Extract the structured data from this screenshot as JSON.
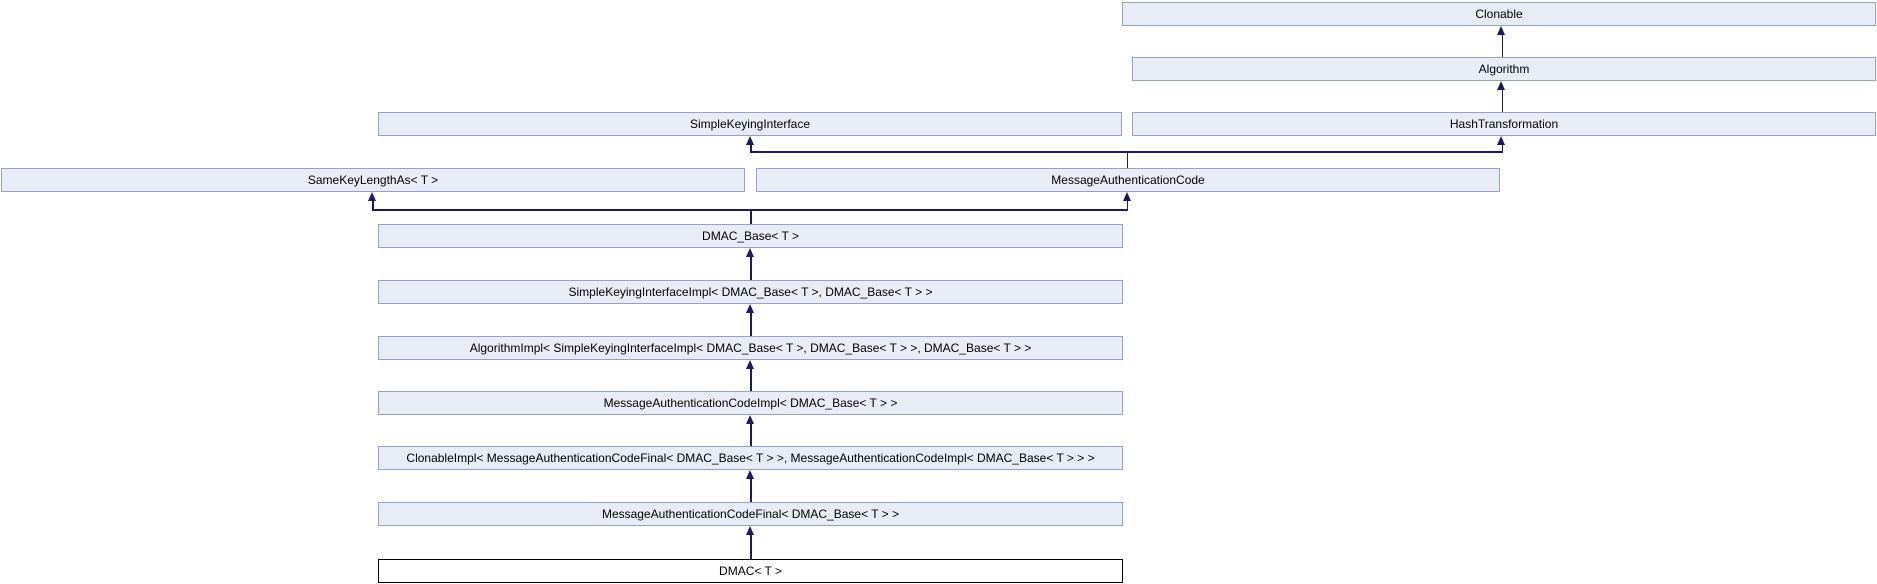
{
  "diagram": {
    "kind": "class-inheritance-graph",
    "colors": {
      "node_fill": "#e8ecf7",
      "node_border": "#96a1c5",
      "edge": "#191970",
      "focus_node_fill": "#ffffff",
      "focus_node_border": "#000000",
      "text": "#000000",
      "background": "#ffffff"
    },
    "nodes": {
      "clonable": {
        "label": "Clonable"
      },
      "algorithm": {
        "label": "Algorithm"
      },
      "simple_keying_interface": {
        "label": "SimpleKeyingInterface"
      },
      "hash_transformation": {
        "label": "HashTransformation"
      },
      "same_key_length_as": {
        "label": "SameKeyLengthAs< T >"
      },
      "message_authentication_code": {
        "label": "MessageAuthenticationCode"
      },
      "dmac_base": {
        "label": "DMAC_Base< T >"
      },
      "simple_keying_interface_impl": {
        "label": "SimpleKeyingInterfaceImpl< DMAC_Base< T >, DMAC_Base< T > >"
      },
      "algorithm_impl": {
        "label": "AlgorithmImpl< SimpleKeyingInterfaceImpl< DMAC_Base< T >, DMAC_Base< T > >, DMAC_Base< T > >"
      },
      "message_authentication_code_impl": {
        "label": "MessageAuthenticationCodeImpl< DMAC_Base< T > >"
      },
      "clonable_impl": {
        "label": "ClonableImpl< MessageAuthenticationCodeFinal< DMAC_Base< T > >, MessageAuthenticationCodeImpl< DMAC_Base< T > > >"
      },
      "message_authentication_code_final": {
        "label": "MessageAuthenticationCodeFinal< DMAC_Base< T > >"
      },
      "dmac": {
        "label": "DMAC< T >"
      }
    },
    "edges": [
      {
        "from": "algorithm",
        "to": "clonable"
      },
      {
        "from": "hash_transformation",
        "to": "algorithm"
      },
      {
        "from": "message_authentication_code",
        "to": "simple_keying_interface"
      },
      {
        "from": "message_authentication_code",
        "to": "hash_transformation"
      },
      {
        "from": "dmac_base",
        "to": "same_key_length_as"
      },
      {
        "from": "dmac_base",
        "to": "message_authentication_code"
      },
      {
        "from": "simple_keying_interface_impl",
        "to": "dmac_base"
      },
      {
        "from": "algorithm_impl",
        "to": "simple_keying_interface_impl"
      },
      {
        "from": "message_authentication_code_impl",
        "to": "algorithm_impl"
      },
      {
        "from": "clonable_impl",
        "to": "message_authentication_code_impl"
      },
      {
        "from": "message_authentication_code_final",
        "to": "clonable_impl"
      },
      {
        "from": "dmac",
        "to": "message_authentication_code_final"
      }
    ]
  }
}
